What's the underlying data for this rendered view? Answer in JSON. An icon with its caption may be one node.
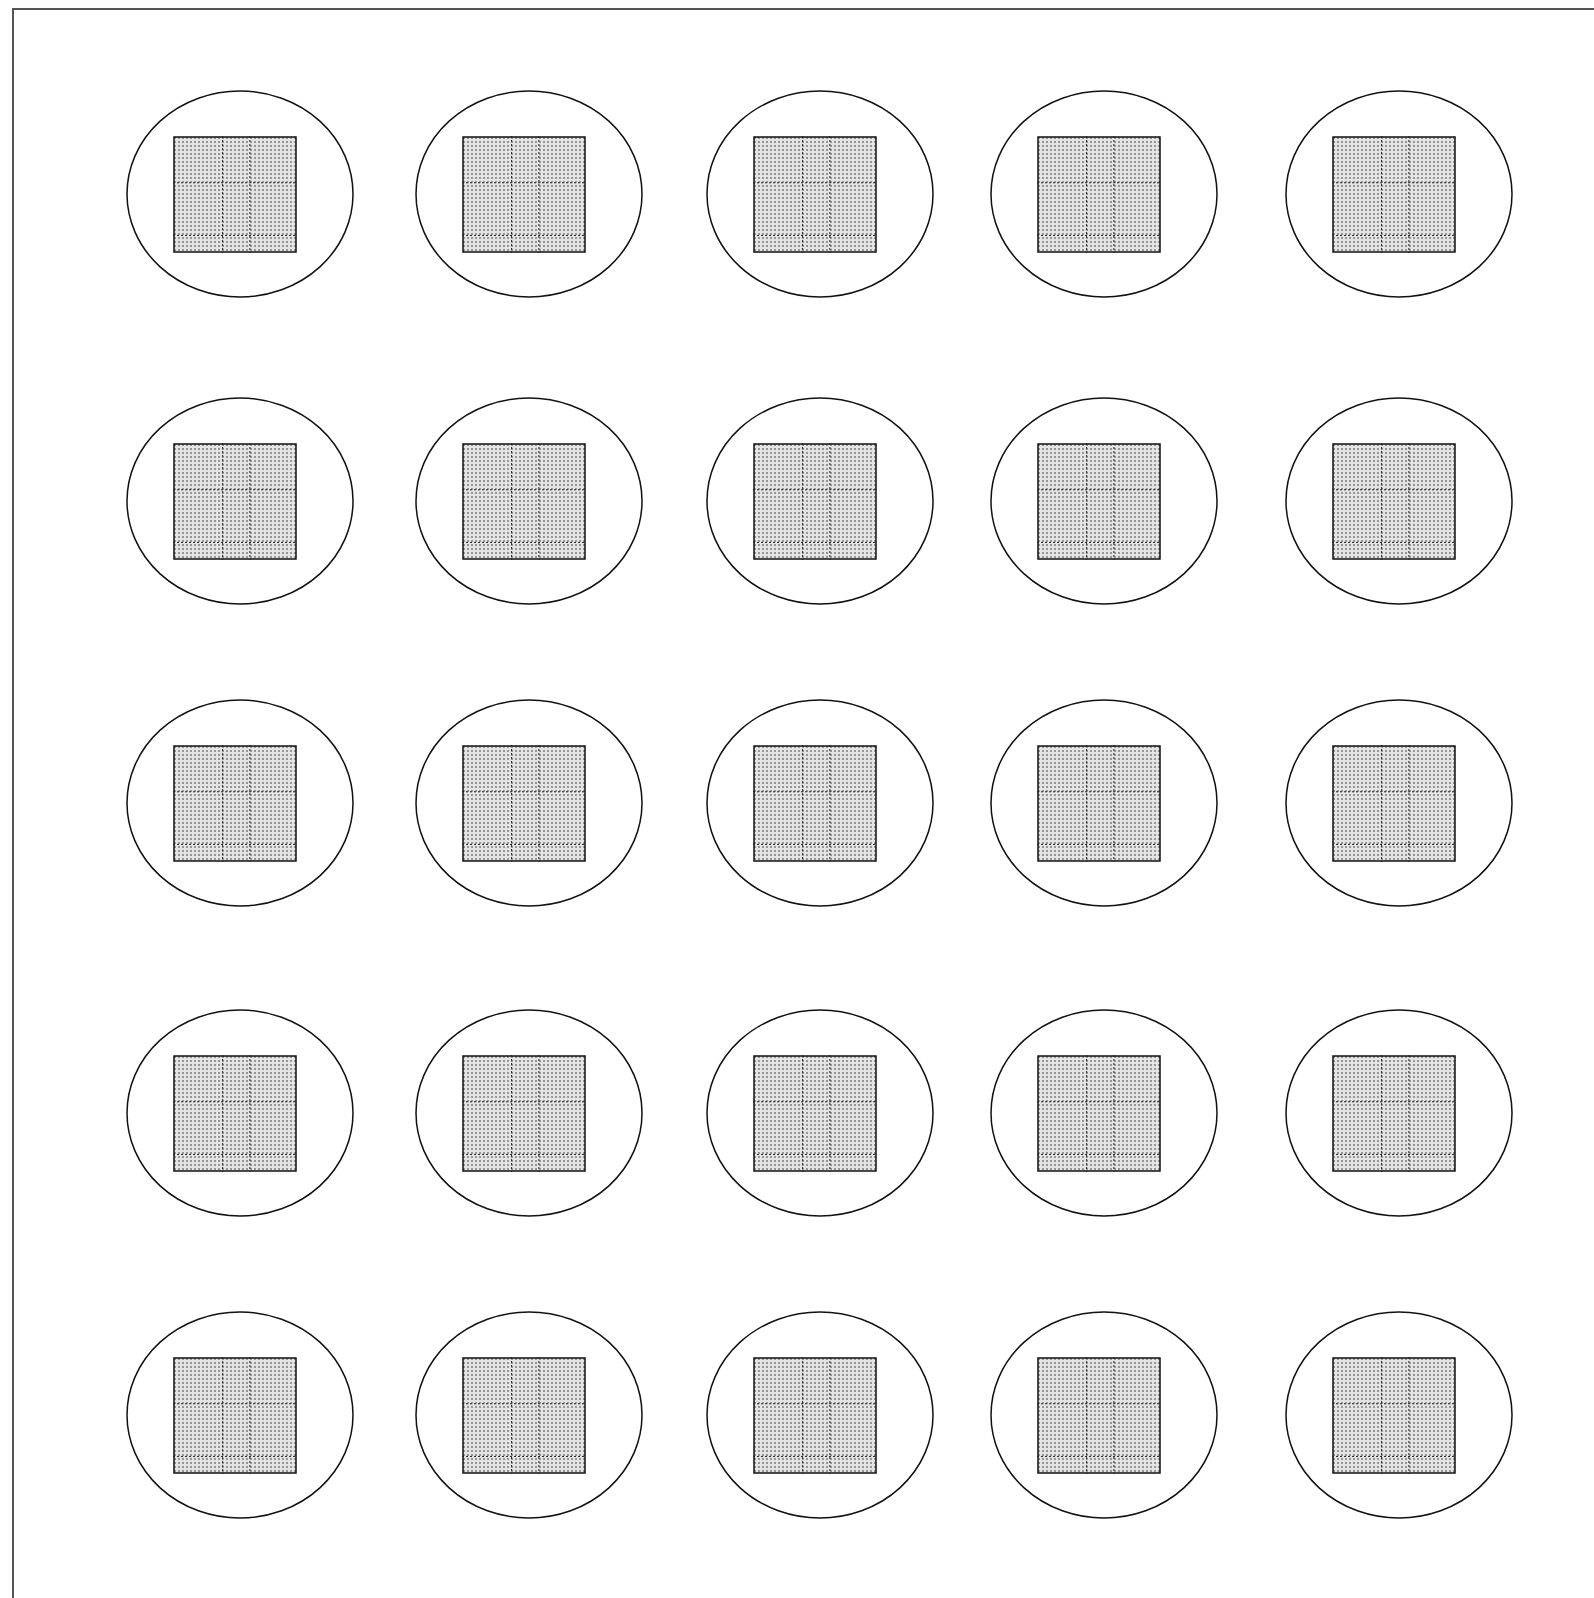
{
  "diagram": {
    "nodes": [
      {
        "text": [],
        "shape": "circle"
      },
      {
        "text": [],
        "shape": "box",
        "in": 0
      },
      {
        "text": [],
        "shape": "circle"
      },
      {
        "text": [],
        "shape": "box",
        "in": 2
      },
      {
        "text": [],
        "shape": "circle"
      },
      {
        "text": [],
        "shape": "box",
        "in": 4
      },
      {
        "text": [],
        "shape": "circle"
      },
      {
        "text": [],
        "shape": "box",
        "in": 6
      },
      {
        "text": [],
        "shape": "circle"
      },
      {
        "text": [],
        "shape": "box",
        "in": 8
      },
      {
        "text": [],
        "shape": "circle"
      },
      {
        "text": [],
        "shape": "box",
        "in": 10
      },
      {
        "text": [],
        "shape": "circle"
      },
      {
        "text": [],
        "shape": "box",
        "in": 12
      },
      {
        "text": [],
        "shape": "circle"
      },
      {
        "text": [],
        "shape": "box",
        "in": 14
      },
      {
        "text": [],
        "shape": "circle"
      },
      {
        "text": [],
        "shape": "box",
        "in": 16
      },
      {
        "text": [],
        "shape": "circle"
      },
      {
        "text": [],
        "shape": "box",
        "in": 18
      },
      {
        "text": [],
        "shape": "circle"
      },
      {
        "text": [],
        "shape": "box",
        "in": 20
      },
      {
        "text": [],
        "shape": "circle"
      },
      {
        "text": [],
        "shape": "box",
        "in": 22
      },
      {
        "text": [],
        "shape": "circle"
      },
      {
        "text": [],
        "shape": "box",
        "in": 24
      },
      {
        "text": [],
        "shape": "circle"
      },
      {
        "text": [],
        "shape": "box",
        "in": 26
      },
      {
        "text": [],
        "shape": "circle"
      },
      {
        "text": [],
        "shape": "box",
        "in": 28
      },
      {
        "text": [],
        "shape": "circle"
      },
      {
        "text": [],
        "shape": "box",
        "in": 30
      },
      {
        "text": [],
        "shape": "circle"
      },
      {
        "text": [],
        "shape": "box",
        "in": 32
      },
      {
        "text": [],
        "shape": "circle"
      },
      {
        "text": [],
        "shape": "box",
        "in": 34
      },
      {
        "text": [],
        "shape": "circle"
      },
      {
        "text": [],
        "shape": "box",
        "in": 36
      },
      {
        "text": [],
        "shape": "circle"
      },
      {
        "text": [],
        "shape": "box",
        "in": 38
      },
      {
        "text": [],
        "shape": "circle"
      },
      {
        "text": [],
        "shape": "box",
        "in": 40
      },
      {
        "text": [],
        "shape": "circle"
      },
      {
        "text": [],
        "shape": "box",
        "in": 42
      },
      {
        "text": [],
        "shape": "circle"
      },
      {
        "text": [],
        "shape": "box",
        "in": 44
      },
      {
        "text": [],
        "shape": "circle"
      },
      {
        "text": [],
        "shape": "box",
        "in": 46
      },
      {
        "text": [],
        "shape": "circle"
      },
      {
        "text": [],
        "shape": "box",
        "in": 48
      }
    ]
  }
}
